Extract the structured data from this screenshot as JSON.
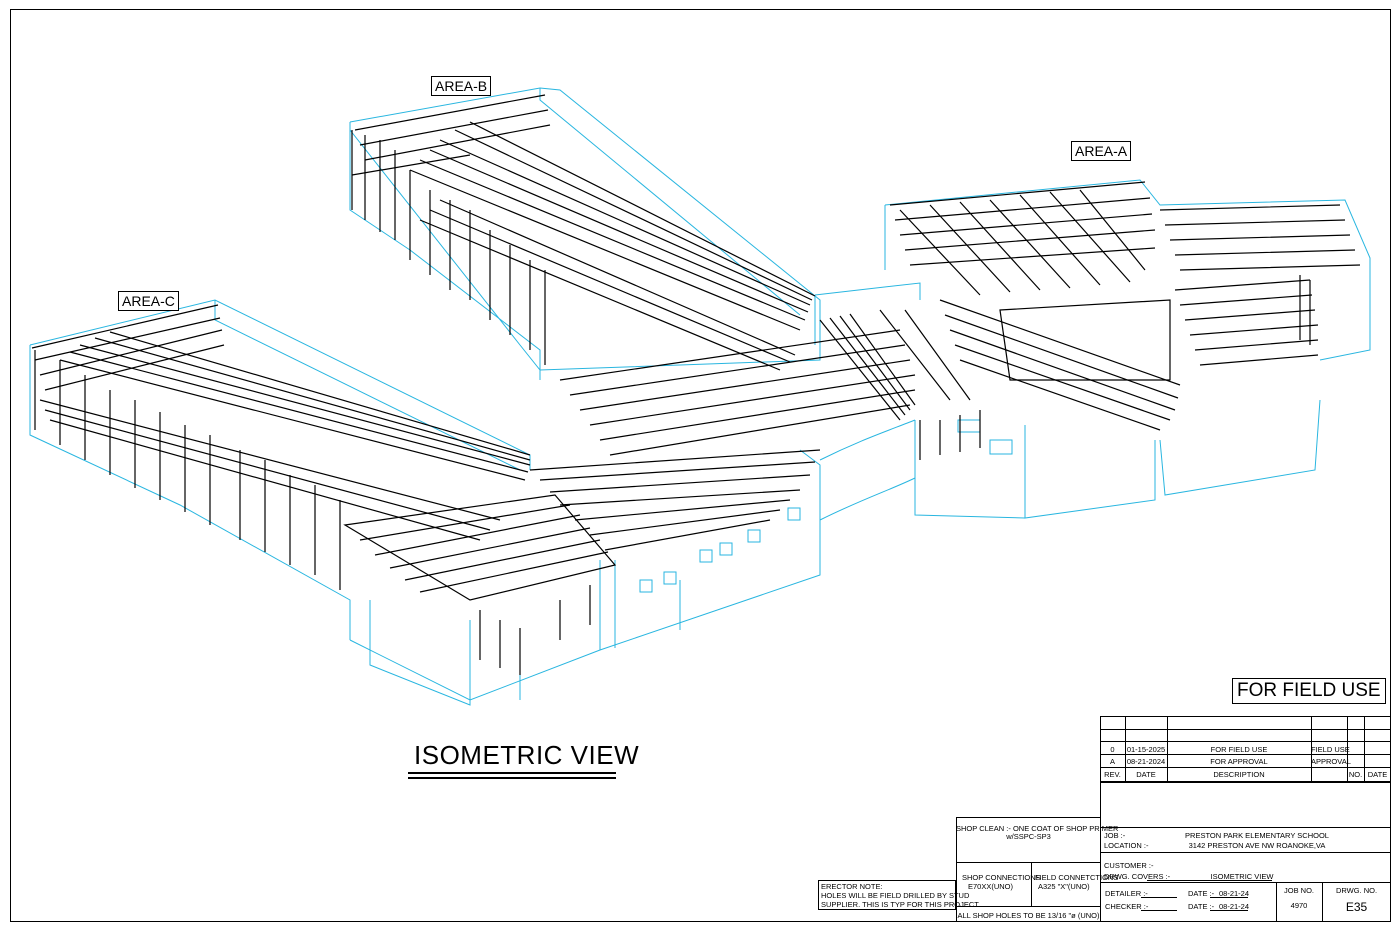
{
  "areas": {
    "a": "AREA-A",
    "b": "AREA-B",
    "c": "AREA-C"
  },
  "view_title": "ISOMETRIC VIEW",
  "stamp": "FOR FIELD USE",
  "revisions": {
    "rows": [
      {
        "rev": "0",
        "date": "01-15-2025",
        "description": "FOR FIELD USE",
        "no": "FIELD USE"
      },
      {
        "rev": "A",
        "date": "08-21-2024",
        "description": "FOR APPROVAL",
        "no": "APPROVAL"
      }
    ],
    "headers": {
      "rev": "REV.",
      "date": "DATE",
      "description": "DESCRIPTION",
      "no": "NO.",
      "date2": "DATE"
    }
  },
  "notes": {
    "shop_clean": "SHOP CLEAN :- ONE COAT OF SHOP PRIMER",
    "shop_clean_2": "w/SSPC-SP3",
    "shop_connections": "SHOP CONNECTIONS",
    "shop_connections_val": "E70XX(UNO)",
    "field_connections": "FIELD CONNETCTIONS",
    "field_connections_val": "A325 \"X\"(UNO)",
    "holes": "ALL SHOP HOLES TO BE 13/16 \"ø (UNO)",
    "erector_title": "ERECTOR NOTE:",
    "erector_1": "HOLES WILL BE FIELD DRILLED BY STUD",
    "erector_2": "SUPPLIER. THIS IS TYP FOR THIS PROJECT."
  },
  "title_block": {
    "job_label": "JOB :-",
    "job": "PRESTON PARK ELEMENTARY SCHOOL",
    "location_label": "LOCATION :-",
    "location": "3142 PRESTON AVE NW ROANOKE,VA",
    "customer_label": "CUSTOMER :-",
    "customer": "",
    "covers_label": "DRWG. COVERS :-",
    "covers": "ISOMETRIC VIEW",
    "detailer_label": "DETAILER :-",
    "checker_label": "CHECKER :-",
    "date_label": "DATE :-",
    "detail_date": "08-21-24",
    "check_date": "08-21-24",
    "job_no_label": "JOB NO.",
    "job_no": "4970",
    "drwg_no_label": "DRWG. NO.",
    "drwg_no": "E35"
  },
  "colors": {
    "steel": "#000000",
    "outline": "#29b6e0"
  }
}
